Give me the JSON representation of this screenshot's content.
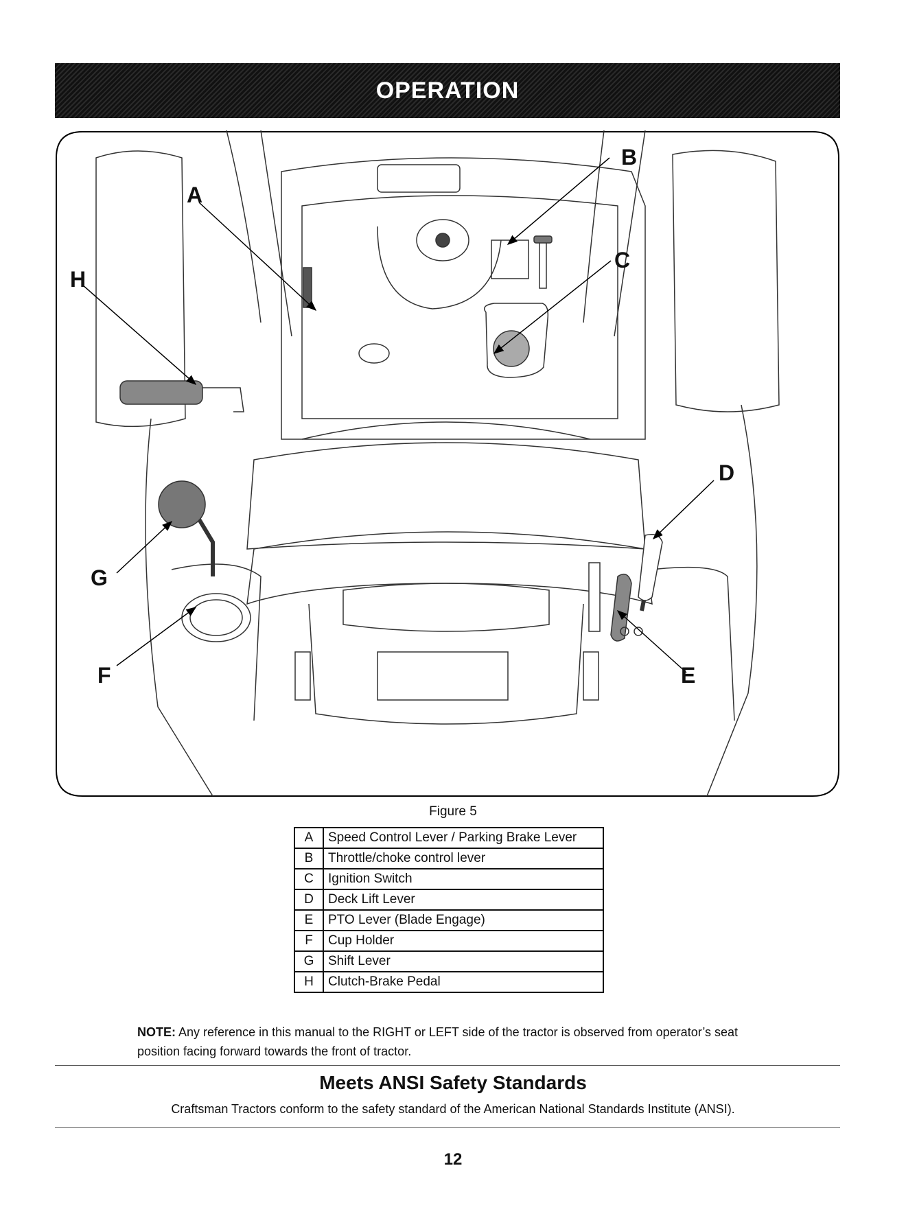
{
  "header": {
    "title": "OPERATION"
  },
  "figure": {
    "callouts": {
      "A": "A",
      "B": "B",
      "C": "C",
      "D": "D",
      "E": "E",
      "F": "F",
      "G": "G",
      "H": "H"
    },
    "caption": "Figure 5"
  },
  "legend": [
    {
      "key": "A",
      "label": "Speed Control Lever / Parking Brake Lever"
    },
    {
      "key": "B",
      "label": "Throttle/choke control lever"
    },
    {
      "key": "C",
      "label": "Ignition Switch"
    },
    {
      "key": "D",
      "label": "Deck Lift Lever"
    },
    {
      "key": "E",
      "label": "PTO Lever (Blade Engage)"
    },
    {
      "key": "F",
      "label": "Cup Holder"
    },
    {
      "key": "G",
      "label": "Shift Lever"
    },
    {
      "key": "H",
      "label": "Clutch-Brake Pedal"
    }
  ],
  "note": {
    "label": "NOTE:",
    "text": "Any reference in this manual to the RIGHT or LEFT side of the tractor is observed from operator’s seat position facing forward towards the front of tractor."
  },
  "ansi": {
    "title": "Meets ANSI Safety Standards",
    "text": "Craftsman Tractors conform to the safety standard of the American National Standards Institute (ANSI)."
  },
  "page_number": "12"
}
